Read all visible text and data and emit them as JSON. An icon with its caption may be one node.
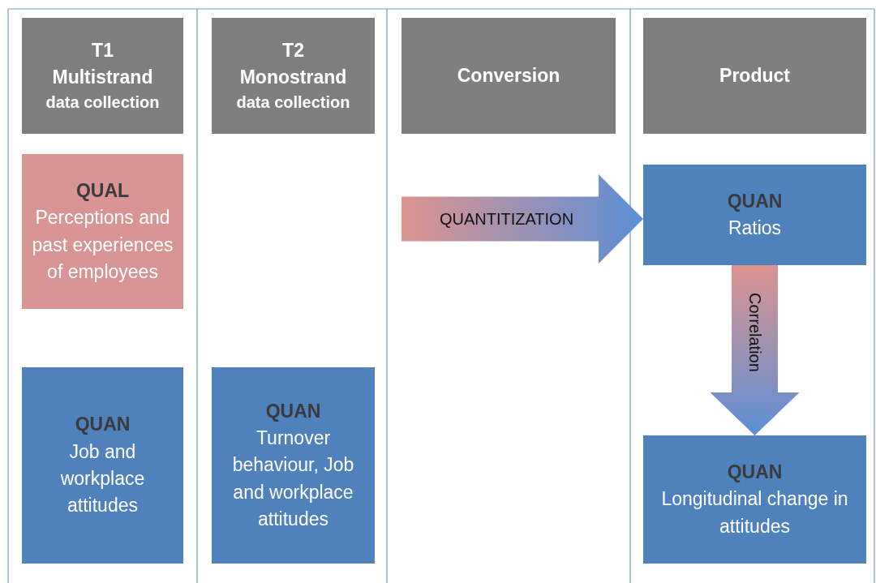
{
  "diagram": {
    "nodes": [
      {
        "text": [
          "T1",
          "Multistrand",
          "data collection"
        ]
      },
      {
        "text": [
          "T2",
          "Monostrand",
          "data collection"
        ]
      },
      {
        "text": [
          "Conversion"
        ]
      },
      {
        "text": [
          "Product"
        ]
      },
      {
        "text": [
          "QUAL",
          "Perceptions and past experiences of employees"
        ]
      },
      {
        "text": [
          "QUAN",
          "Ratios"
        ]
      },
      {
        "text": [
          "QUAN",
          "Job and workplace attitudes"
        ]
      },
      {
        "text": [
          "QUAN",
          "Turnover behaviour, Job and workplace attitudes"
        ]
      },
      {
        "text": [
          "QUAN",
          "Longitudinal change in attitudes"
        ]
      }
    ],
    "edges": [
      {
        "from": null,
        "to": 5,
        "label": "QUANTITIZATION",
        "arrow": "to"
      },
      {
        "from": 5,
        "to": 8,
        "label": "Correlation",
        "arrow": "to"
      }
    ]
  }
}
